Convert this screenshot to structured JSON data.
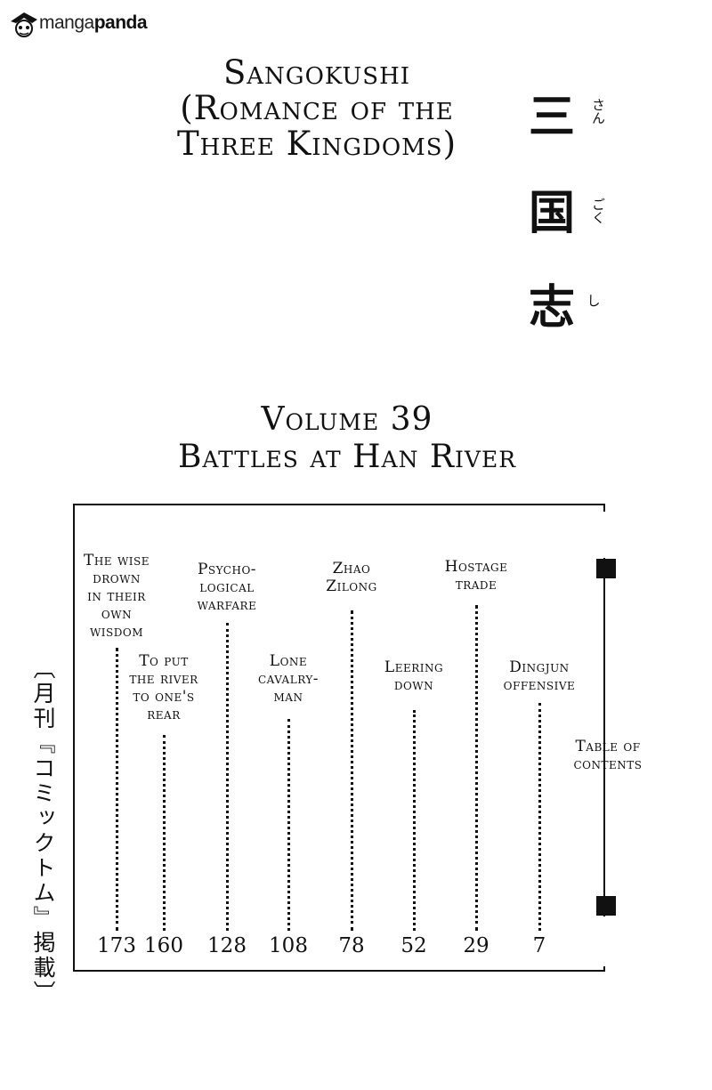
{
  "watermark": {
    "brand_a": "manga",
    "brand_b": "panda",
    "icon": "mangapanda-logo-icon"
  },
  "title": {
    "lines": [
      "Sangokushi",
      "(Romance of the",
      "Three Kingdoms)"
    ],
    "kanji": [
      "三",
      "国",
      "志"
    ],
    "furigana": [
      "さん",
      "ごく",
      "し"
    ]
  },
  "volume": {
    "line1": "Volume 39",
    "line2": "Battles at Han River"
  },
  "side_text": "〔月刊『コミックトム』掲載〕",
  "toc": {
    "entries": [
      {
        "title_lines": [
          "The wise",
          "drown",
          "in their",
          "own",
          "wisdom"
        ],
        "page": "173"
      },
      {
        "title_lines": [
          "To put",
          "the river",
          "to one's",
          "rear"
        ],
        "page": "160"
      },
      {
        "title_lines": [
          "Psycho-",
          "logical",
          "warfare"
        ],
        "page": "128"
      },
      {
        "title_lines": [
          "Lone",
          "cavalry-",
          "man"
        ],
        "page": "108"
      },
      {
        "title_lines": [
          "Zhao",
          "Zilong"
        ],
        "page": "78"
      },
      {
        "title_lines": [
          "Leering",
          "down"
        ],
        "page": "52"
      },
      {
        "title_lines": [
          "Hostage",
          "trade"
        ],
        "page": "29"
      },
      {
        "title_lines": [
          "Dingjun",
          "offensive"
        ],
        "page": "7"
      },
      {
        "title_lines": [
          "Table of",
          "contents"
        ],
        "page": ""
      }
    ]
  }
}
